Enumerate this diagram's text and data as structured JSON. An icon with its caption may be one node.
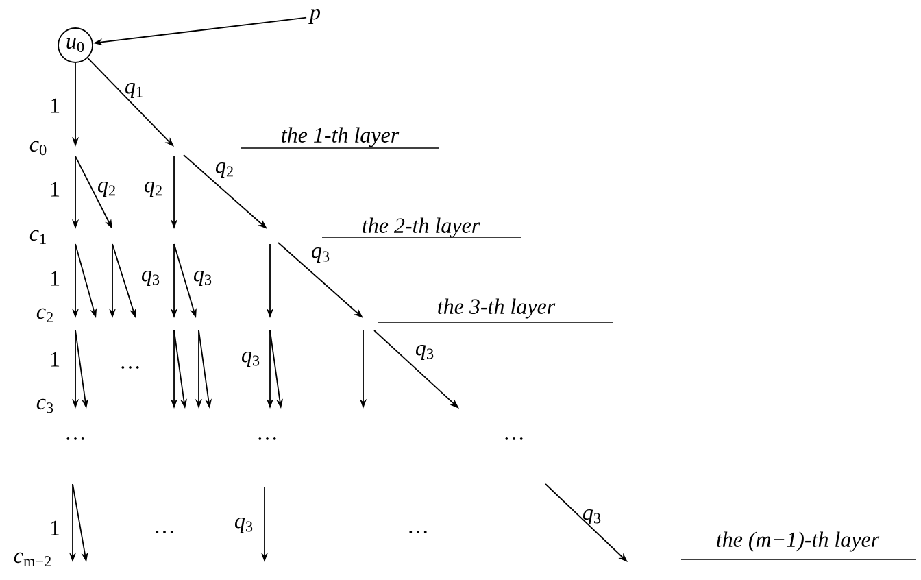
{
  "diagram": {
    "nodes": [
      {
        "text": [
          "*u*$_{0}$"
        ]
      },
      {
        "text": [
          "p"
        ]
      }
    ],
    "edges": [
      {
        "from": 1,
        "to": 0,
        "arrow": "to"
      },
      {
        "from": 0,
        "to": null,
        "arrow": "to",
        "label": "1"
      },
      {
        "from": 0,
        "to": null,
        "arrow": "to",
        "label": "*q*$_{1}$"
      }
    ],
    "labels": [
      "the 1-th layer",
      "*c*$_{0}$",
      "*q*$_{2}$",
      "1",
      "*q*$_{2}$",
      "*q*$_{2}$",
      "the 2-th layer",
      "*c*$_{1}$",
      "*q*$_{3}$",
      "1",
      "*q*$_{3}$",
      "*q*$_{3}$",
      "the 3-th layer",
      "*c*$_{2}$",
      "*q*$_{3}$",
      "1",
      "…",
      "*q*$_{3}$",
      "*c*$_{3}$",
      "…",
      "…",
      "…",
      "*q*$_{3}$",
      "1",
      "*q*$_{3}$",
      "the (m−1)-th layer",
      "…",
      "…",
      "*c*$_{m−2}$"
    ]
  }
}
